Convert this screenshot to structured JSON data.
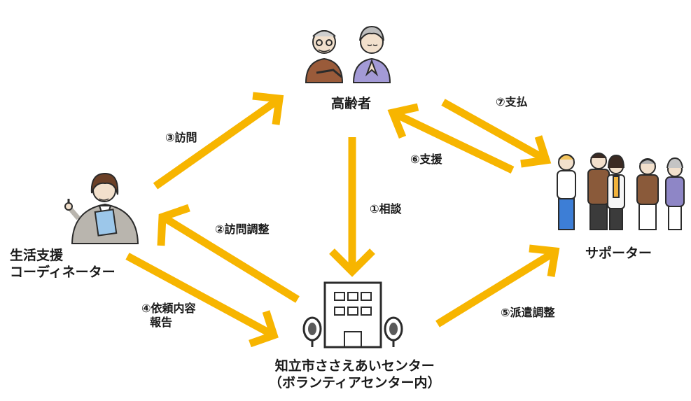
{
  "nodes": {
    "elderly": "高齢者",
    "coordinator": {
      "line1": "生活支援",
      "line2": "コーディネーター"
    },
    "supporters": "サポーター",
    "center": {
      "line1": "知立市ささえあいセンター",
      "line2": "（ボランティアセンター内）"
    }
  },
  "edges": {
    "consult": "①相談",
    "visit_arrange": "②訪問調整",
    "visit": "③訪問",
    "request_report": {
      "line1": "④依頼内容",
      "line2": "報告"
    },
    "dispatch_arrange": "⑤派遣調整",
    "support": "⑥支援",
    "payment": "⑦支払"
  },
  "colors": {
    "arrow": "#F7B500"
  }
}
